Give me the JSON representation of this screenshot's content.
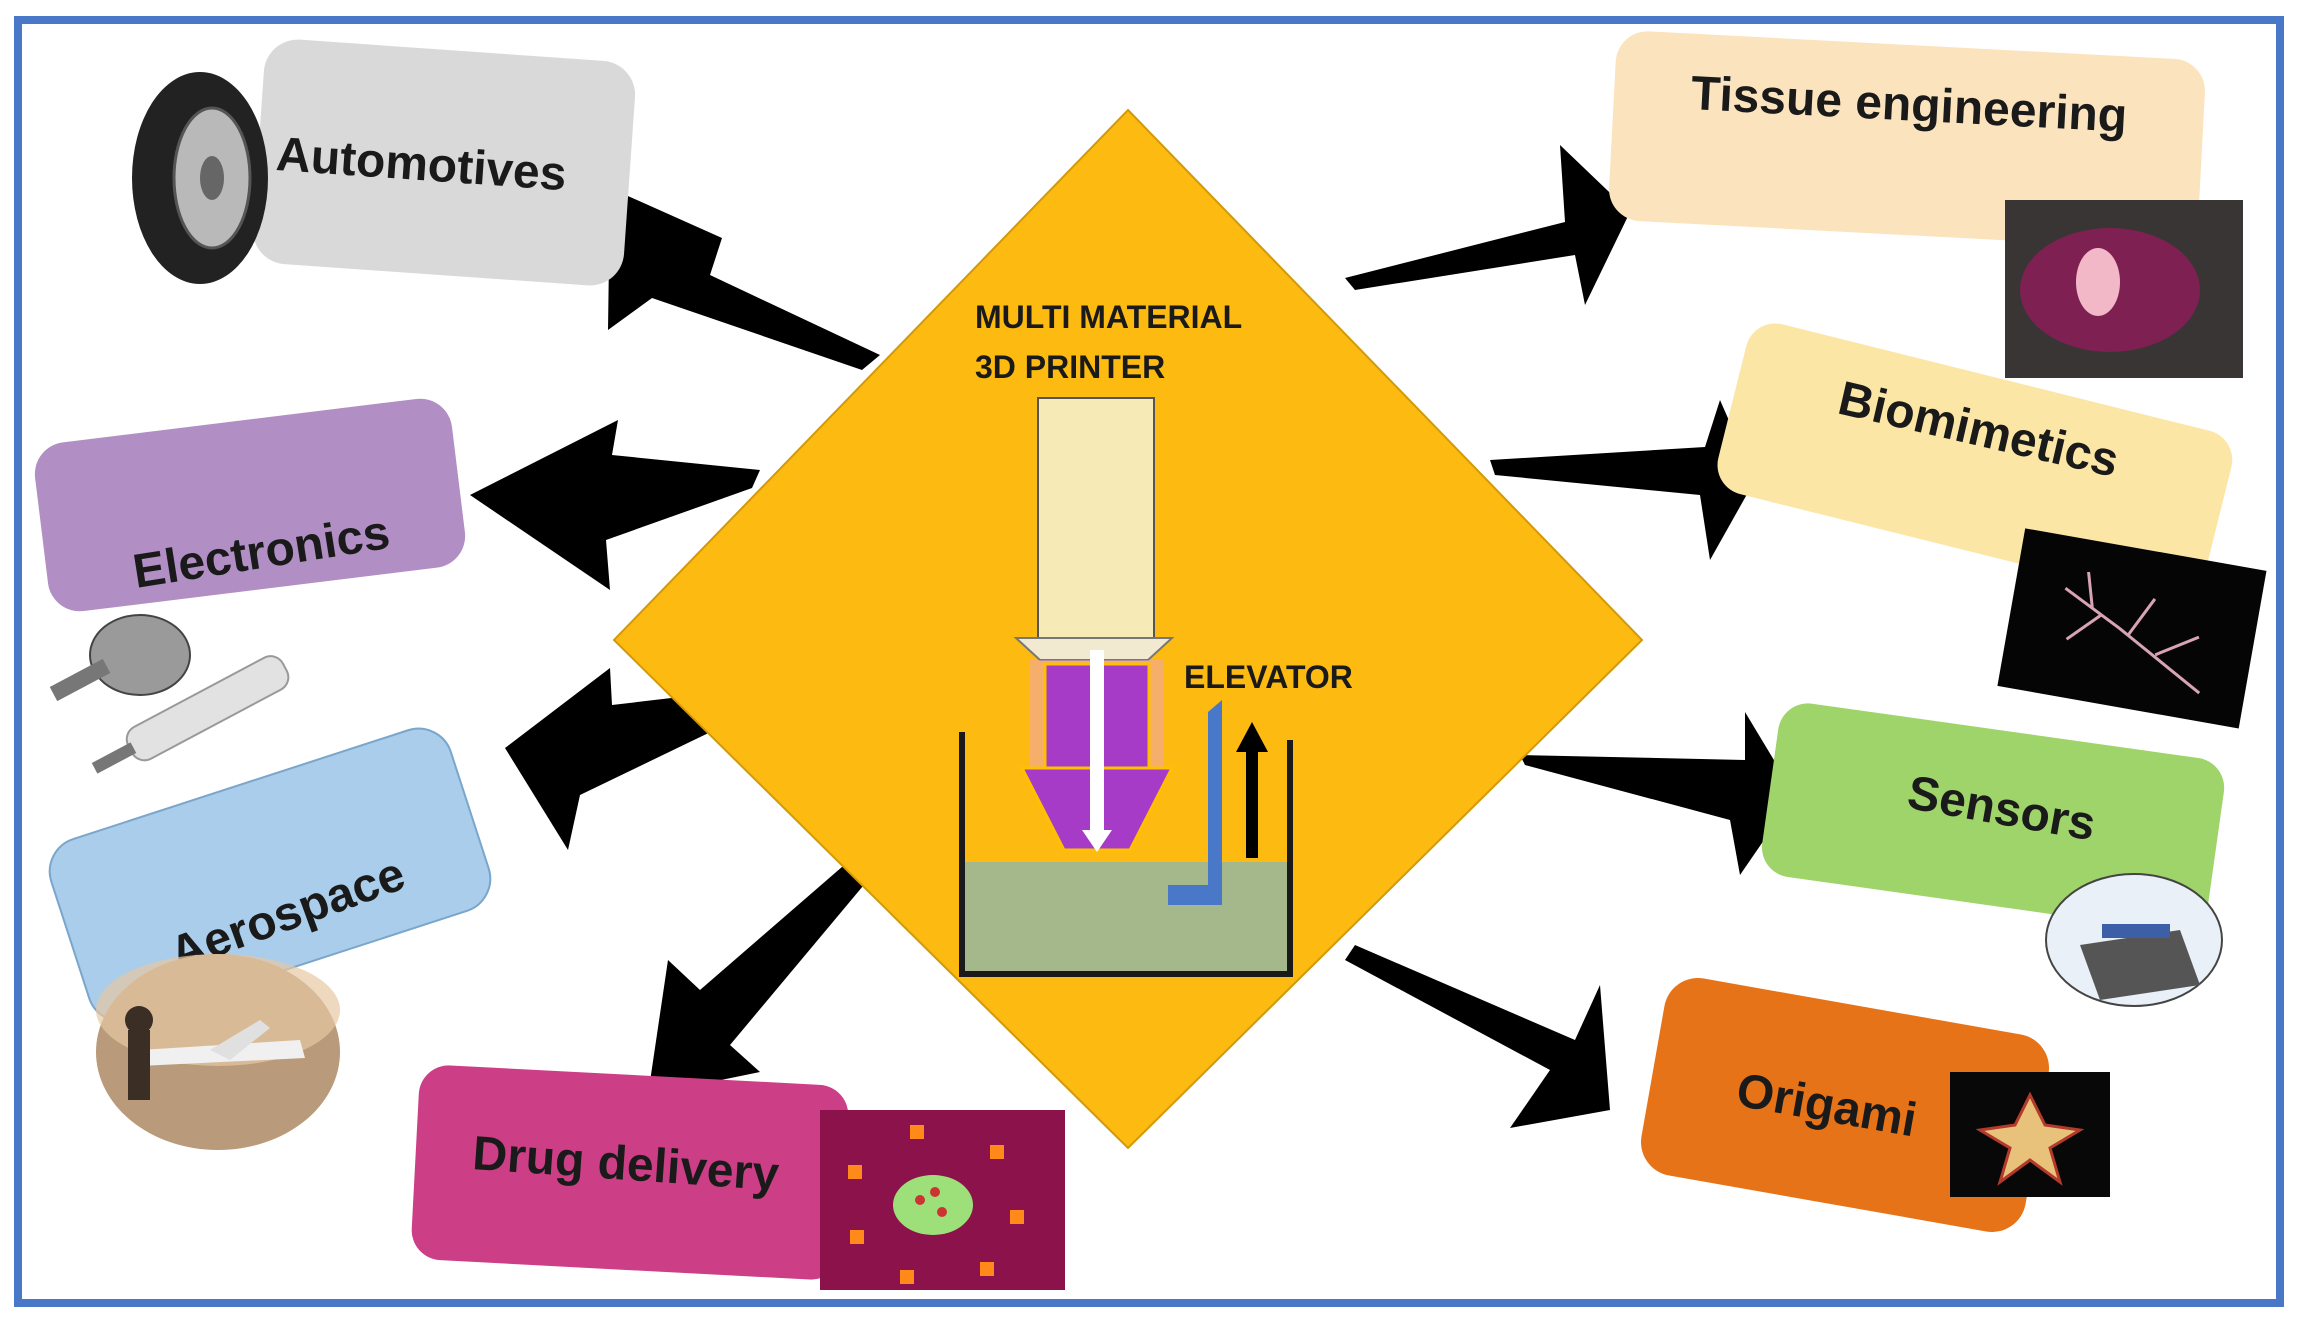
{
  "center": {
    "title_line1": "MULTI MATERIAL",
    "title_line2": "3D PRINTER",
    "elevator_label": "ELEVATOR"
  },
  "applications": {
    "automotives": "Automotives",
    "electronics": "Electronics",
    "aerospace": "Aerospace",
    "drug_delivery": "Drug delivery",
    "tissue_engineering": "Tissue engineering",
    "biomimetics": "Biomimetics",
    "sensors": "Sensors",
    "origami": "Origami"
  },
  "colors": {
    "frame": "#4a78c8",
    "diamond": "#fdba10",
    "automotives": "#d9d9d9",
    "electronics": "#b18fc4",
    "aerospace": "#a9cdea",
    "drug_delivery": "#cc3f86",
    "tissue_engineering": "#fbe3bd",
    "biomimetics": "#fbe6a6",
    "sensors": "#9fd46a",
    "origami": "#e77318",
    "nozzle": "#a63bc7",
    "cartridge": "#f6eab6",
    "resin": "#a4b88c"
  }
}
